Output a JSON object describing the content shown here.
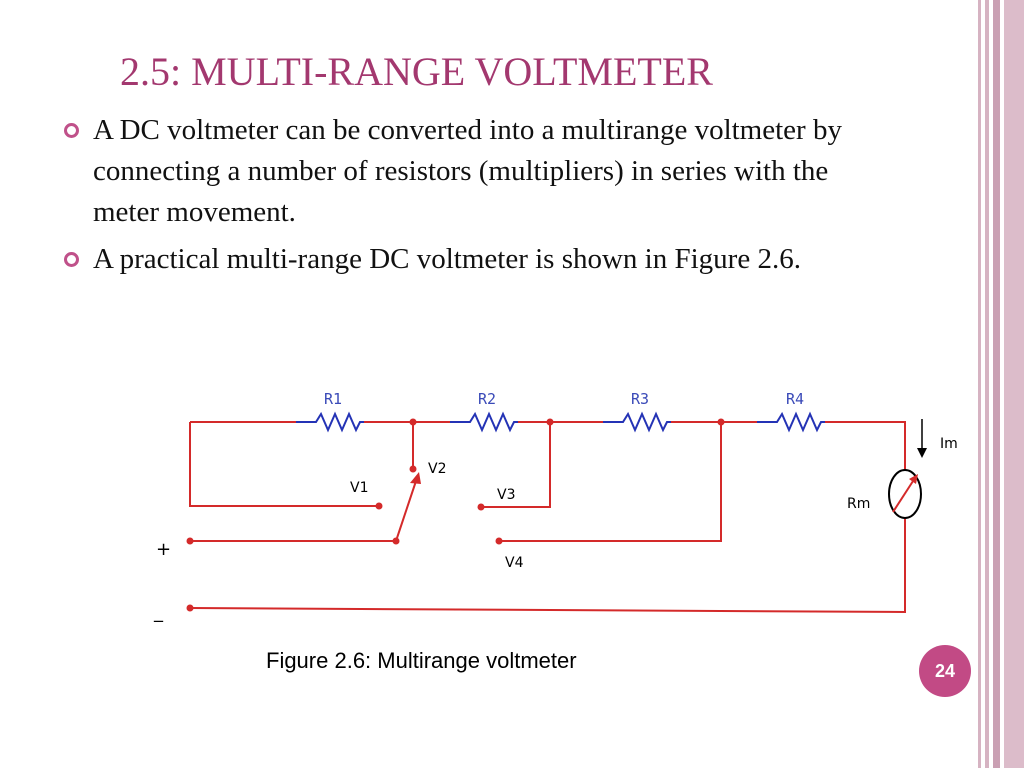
{
  "slide": {
    "title": "2.5: MULTI-RANGE VOLTMETER",
    "bullets": [
      "A DC voltmeter can be converted into a multirange voltmeter by connecting a number of resistors (multipliers) in series with the meter movement.",
      "A practical multi-range DC voltmeter is shown in Figure 2.6."
    ],
    "bullet_icon": "ring-bullet-icon",
    "figure": {
      "resistor_labels": [
        "R1",
        "R2",
        "R3",
        "R4"
      ],
      "tap_labels": [
        "V1",
        "V2",
        "V3",
        "V4"
      ],
      "current_label": "Im",
      "meter_label": "Rm",
      "plus_terminal": "+",
      "minus_terminal": "_",
      "caption": "Figure 2.6: Multirange voltmeter"
    },
    "page_number": "24"
  },
  "colors": {
    "title": "#a3386f",
    "accent": "#c24a85",
    "wire": "#d42a2a",
    "resistor": "#2433b5",
    "resistor_label": "#3a4ab8"
  }
}
